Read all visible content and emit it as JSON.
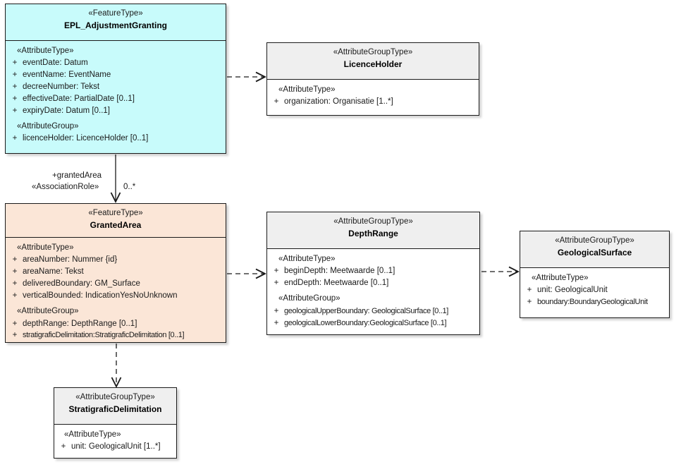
{
  "diagram": {
    "type": "uml-class-diagram",
    "title": "EPL_AdjustmentGranting UML class diagram"
  },
  "classes": [
    {
      "id": "epl-adjustmentgranting",
      "stereotype": "«FeatureType»",
      "name": "EPL_AdjustmentGranting",
      "fill": "cyan",
      "compartments": [
        {
          "group": "«AttributeType»",
          "attributes": [
            {
              "visibility": "+",
              "text": "eventDate: Datum"
            },
            {
              "visibility": "+",
              "text": "eventName: EventName"
            },
            {
              "visibility": "+",
              "text": "decreeNumber: Tekst"
            },
            {
              "visibility": "+",
              "text": "effectiveDate: PartialDate [0..1]"
            },
            {
              "visibility": "+",
              "text": "expiryDate: Datum [0..1]"
            }
          ]
        },
        {
          "group": "«AttributeGroup»",
          "attributes": [
            {
              "visibility": "+",
              "text": "licenceHolder: LicenceHolder [0..1]"
            }
          ]
        }
      ]
    },
    {
      "id": "licenceholder",
      "stereotype": "«AttributeGroupType»",
      "name": "LicenceHolder",
      "fill": "grey",
      "compartments": [
        {
          "group": "«AttributeType»",
          "attributes": [
            {
              "visibility": "+",
              "text": "organization: Organisatie [1..*]"
            }
          ]
        }
      ]
    },
    {
      "id": "grantedarea",
      "stereotype": "«FeatureType»",
      "name": "GrantedArea",
      "fill": "peach",
      "compartments": [
        {
          "group": "«AttributeType»",
          "attributes": [
            {
              "visibility": "+",
              "text": "areaNumber: Nummer {id}"
            },
            {
              "visibility": "+",
              "text": "areaName: Tekst"
            },
            {
              "visibility": "+",
              "text": "deliveredBoundary: GM_Surface"
            },
            {
              "visibility": "+",
              "text": "verticalBounded: IndicationYesNoUnknown"
            }
          ]
        },
        {
          "group": "«AttributeGroup»",
          "attributes": [
            {
              "visibility": "+",
              "text": "depthRange: DepthRange [0..1]"
            },
            {
              "visibility": "+",
              "text": "stratigraficDelimitation:StratigraficDelimitation [0..1]",
              "squeeze": true
            }
          ]
        }
      ]
    },
    {
      "id": "depthrange",
      "stereotype": "«AttributeGroupType»",
      "name": "DepthRange",
      "fill": "grey",
      "compartments": [
        {
          "group": "«AttributeType»",
          "attributes": [
            {
              "visibility": "+",
              "text": "beginDepth: Meetwaarde [0..1]"
            },
            {
              "visibility": "+",
              "text": "endDepth: Meetwaarde [0..1]"
            }
          ]
        },
        {
          "group": "«AttributeGroup»",
          "attributes": [
            {
              "visibility": "+",
              "text": "geologicalUpperBoundary: GeologicalSurface [0..1]",
              "squeeze": true
            },
            {
              "visibility": "+",
              "text": "geologicalLowerBoundary:GeologicalSurface [0..1]",
              "squeeze": true
            }
          ]
        }
      ]
    },
    {
      "id": "geologicalsurface",
      "stereotype": "«AttributeGroupType»",
      "name": "GeologicalSurface",
      "fill": "grey",
      "compartments": [
        {
          "group": "«AttributeType»",
          "attributes": [
            {
              "visibility": "+",
              "text": "unit: GeologicalUnit"
            },
            {
              "visibility": "+",
              "text": "boundary:BoundaryGeologicalUnit",
              "squeeze": true
            }
          ]
        }
      ]
    },
    {
      "id": "stratigraficdelimitation",
      "stereotype": "«AttributeGroupType»",
      "name": "StratigraficDelimitation",
      "fill": "grey",
      "compartments": [
        {
          "group": "«AttributeType»",
          "attributes": [
            {
              "visibility": "+",
              "text": "unit: GeologicalUnit [1..*]"
            }
          ]
        }
      ]
    }
  ],
  "connectors": {
    "association_granted_area": {
      "role_label": "+grantedArea",
      "stereotype_label": "«AssociationRole»",
      "multiplicity": "0..*"
    }
  },
  "colors": {
    "featuretype_fill": "#C8FBFB",
    "grantedarea_fill": "#FBE6D7",
    "attributegrouptype_header_fill": "#EFEFEF",
    "body_fill": "#FFFFFF",
    "line": "#1A1A1A",
    "text": "#1A1A1A"
  }
}
